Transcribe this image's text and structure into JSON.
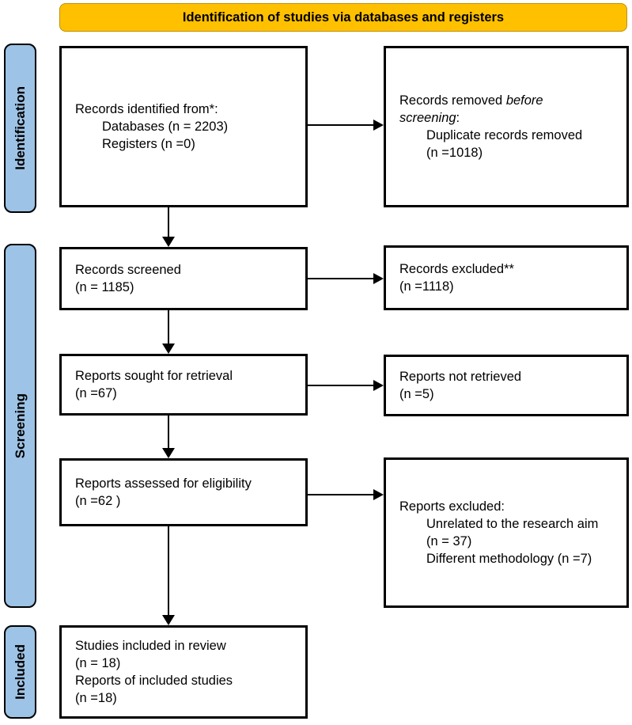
{
  "banner": {
    "label": "Identification of studies via databases and registers",
    "bg_color": "#FFC000",
    "border_color": "#BF9000"
  },
  "sidebar": {
    "bg_color": "#9DC3E6",
    "border_color": "#000000",
    "stages": [
      {
        "label": "Identification"
      },
      {
        "label": "Screening"
      },
      {
        "label": "Included"
      }
    ]
  },
  "boxes": {
    "identified": {
      "line1": "Records identified from*:",
      "line2": "Databases (n = 2203)",
      "line3": "Registers (n =0)"
    },
    "removed": {
      "line1_pre": "Records removed ",
      "line1_italic": "before",
      "line2_italic": "screening",
      "line2_post": ":",
      "line3": "Duplicate records removed",
      "line4": "(n =1018)"
    },
    "screened": {
      "line1": "Records screened",
      "line2": "(n = 1185)"
    },
    "excluded": {
      "line1": "Records excluded**",
      "line2": "(n =1118)"
    },
    "sought": {
      "line1": "Reports sought for retrieval",
      "line2": "(n =67)"
    },
    "not_retrieved": {
      "line1": "Reports not retrieved",
      "line2": "(n =5)"
    },
    "assessed": {
      "line1": "Reports assessed for eligibility",
      "line2": "(n =62 )"
    },
    "reports_excluded": {
      "line1": "Reports excluded:",
      "line2": "Unrelated to the research aim",
      "line3": "(n = 37)",
      "line4": "Different methodology (n =7)"
    },
    "included": {
      "line1": "Studies included in review",
      "line2": "(n = 18)",
      "line3": "Reports of included studies",
      "line4": "(n =18)"
    }
  }
}
